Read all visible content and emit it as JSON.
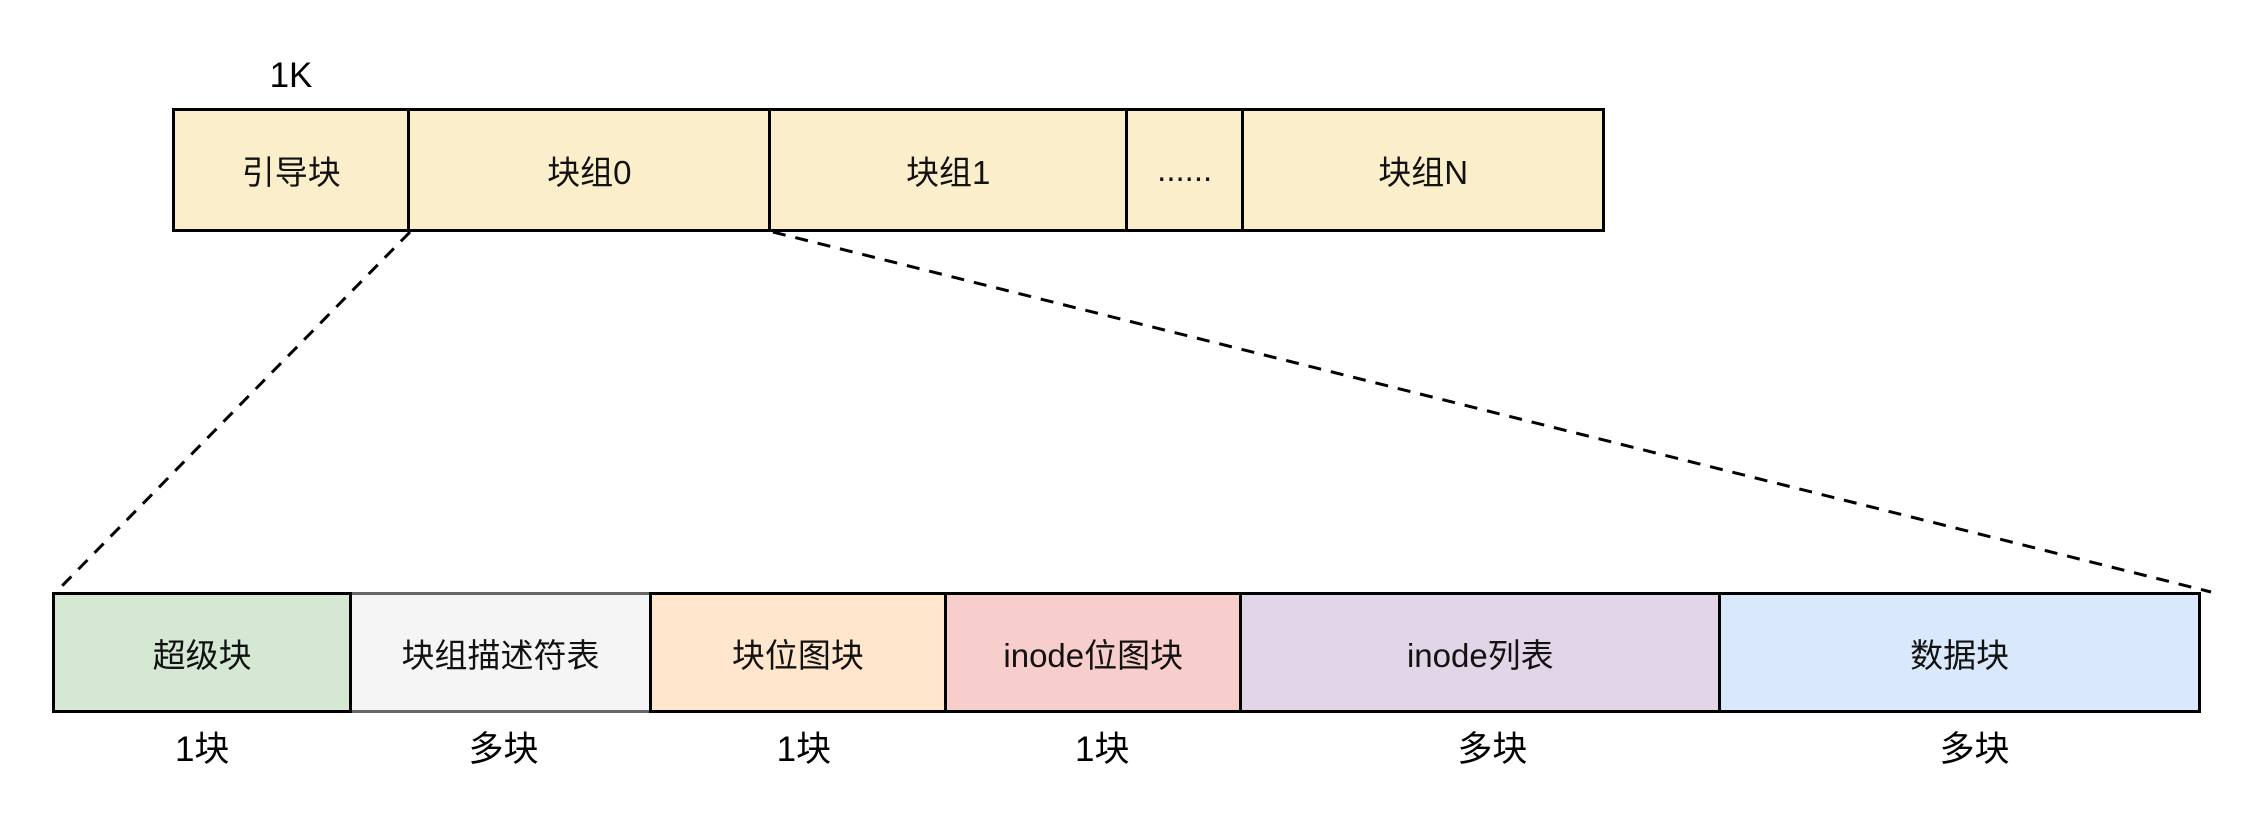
{
  "diagram": {
    "size_label": "1K",
    "top_bar": {
      "fill": "#FBEFCB",
      "border": "#000000",
      "segments": [
        {
          "label": "引导块"
        },
        {
          "label": "块组0"
        },
        {
          "label": "块组1"
        },
        {
          "label": "......"
        },
        {
          "label": "块组N"
        }
      ]
    },
    "bottom_bar": {
      "segments": [
        {
          "label": "超级块",
          "count": "1块",
          "fill": "#D5E8D4",
          "border": "#000000"
        },
        {
          "label": "块组描述符表",
          "count": "多块",
          "fill": "#F5F5F5",
          "border": "#666666"
        },
        {
          "label": "块位图块",
          "count": "1块",
          "fill": "#FFE6CC",
          "border": "#000000"
        },
        {
          "label": "inode位图块",
          "count": "1块",
          "fill": "#F8CECC",
          "border": "#000000"
        },
        {
          "label": "inode列表",
          "count": "多块",
          "fill": "#E1D5E7",
          "border": "#000000"
        },
        {
          "label": "数据块",
          "count": "多块",
          "fill": "#DAE8FC",
          "border": "#000000"
        }
      ]
    },
    "connector_color": "#000000"
  }
}
